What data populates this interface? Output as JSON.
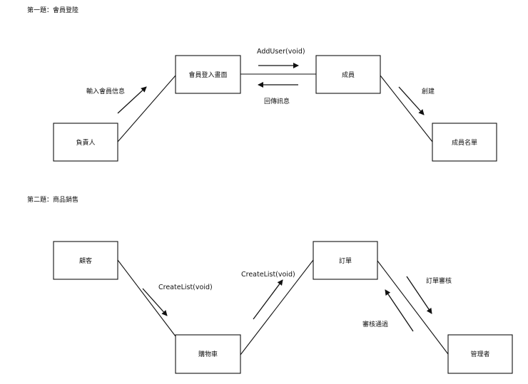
{
  "sections": [
    {
      "title": "第一題：會員登陸",
      "boxes": [
        {
          "id": "b1",
          "label": "負責人"
        },
        {
          "id": "b2",
          "label": "會員登入畫面"
        },
        {
          "id": "b3",
          "label": "成員"
        },
        {
          "id": "b4",
          "label": "成員名單"
        }
      ],
      "messages": [
        {
          "id": "m1",
          "label": "輸入會員信息"
        },
        {
          "id": "m2",
          "label": "AddUser(void)"
        },
        {
          "id": "m3",
          "label": "回傳訊息"
        },
        {
          "id": "m4",
          "label": "創建"
        }
      ]
    },
    {
      "title": "第二題：商品銷售",
      "boxes": [
        {
          "id": "b5",
          "label": "顧客"
        },
        {
          "id": "b6",
          "label": "購物車"
        },
        {
          "id": "b7",
          "label": "訂單"
        },
        {
          "id": "b8",
          "label": "管理者"
        }
      ],
      "messages": [
        {
          "id": "m5",
          "label": "CreateList(void)"
        },
        {
          "id": "m6",
          "label": "CreateList(void)"
        },
        {
          "id": "m7",
          "label": "訂單審核"
        },
        {
          "id": "m8",
          "label": "審核通過"
        }
      ]
    }
  ]
}
